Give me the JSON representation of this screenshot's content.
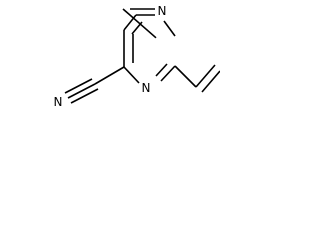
{
  "molecule": {
    "atoms": {
      "ring_n_top": "N",
      "ring_n_bottom": "N",
      "nitrile_n": "N"
    },
    "colors": {
      "bond": "#000000",
      "label": "#000000",
      "background": "#ffffff"
    }
  }
}
